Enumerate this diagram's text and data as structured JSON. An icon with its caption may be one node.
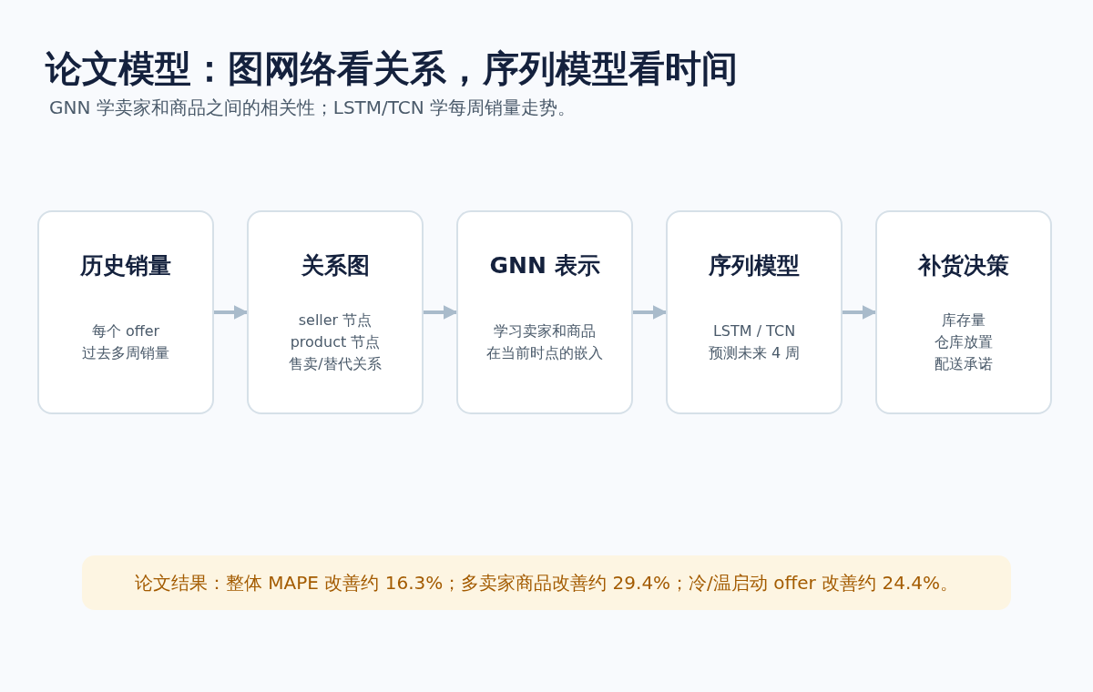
{
  "diagram": {
    "title": "论文模型：图网络看关系，序列模型看时间",
    "nodes": [
      {
        "text": [
          "历史销量",
          "每个 offer",
          "过去多周销量"
        ]
      },
      {
        "text": [
          "关系图",
          "seller 节点",
          "product 节点",
          "售卖/替代关系"
        ]
      },
      {
        "text": [
          "GNN 表示",
          "学习卖家和商品",
          "在当前时点的嵌入"
        ]
      },
      {
        "text": [
          "序列模型",
          "LSTM / TCN",
          "预测未来 4 周"
        ]
      },
      {
        "text": [
          "补货决策",
          "库存量",
          "仓库放置",
          "配送承诺"
        ]
      },
      {
        "text": [
          "论文结果：整体 MAPE 改善约 16.3%；多卖家商品改善约 29.4%；冷/温启动 offer 改善约 24.4%。"
        ]
      }
    ],
    "edges": [
      {
        "from": 0,
        "to": 1,
        "arrow": "to"
      },
      {
        "from": 1,
        "to": 2,
        "arrow": "to"
      },
      {
        "from": 2,
        "to": 3,
        "arrow": "to"
      },
      {
        "from": 3,
        "to": 4,
        "arrow": "to"
      }
    ],
    "labels": [
      "GNN 学卖家和商品之间的相关性；LSTM/TCN 学每周销量走势。"
    ]
  }
}
